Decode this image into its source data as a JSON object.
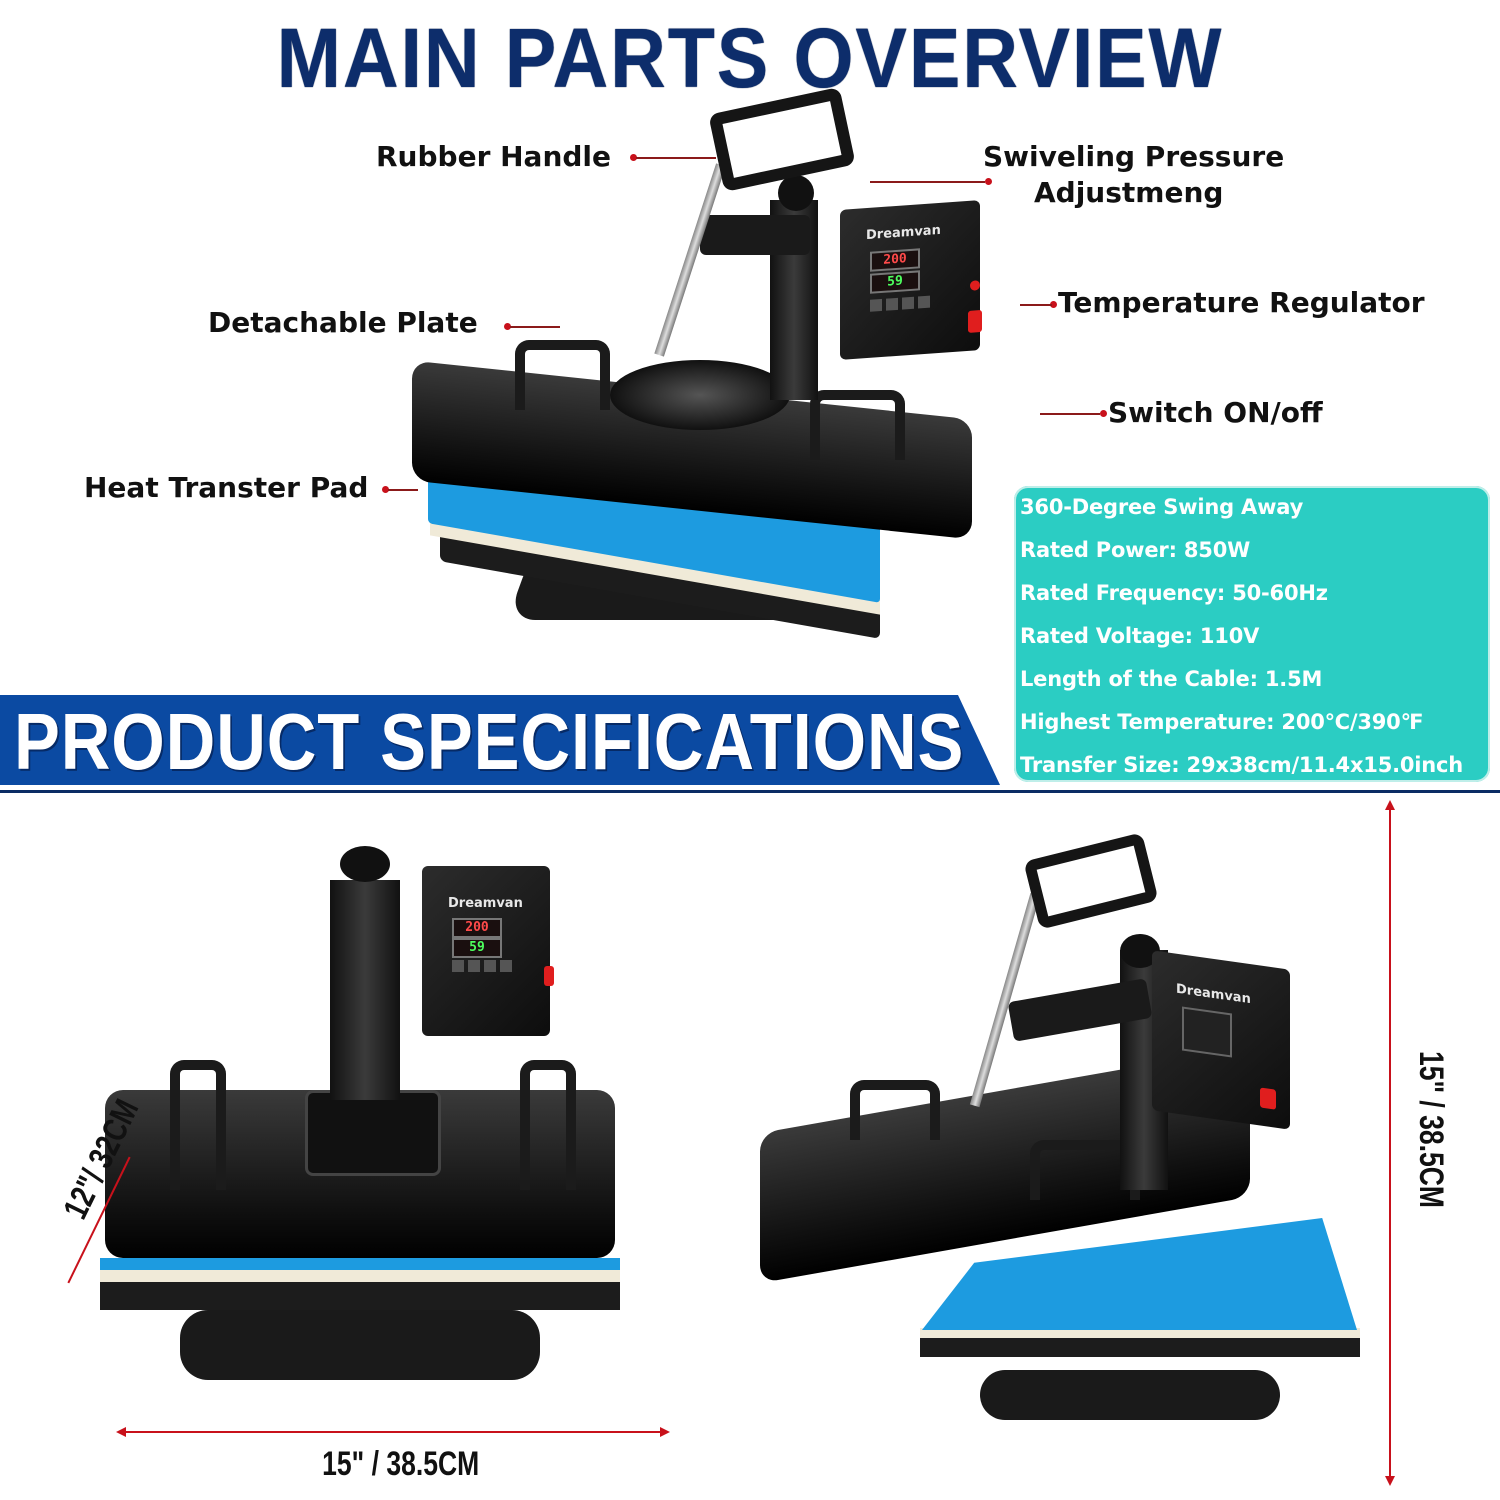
{
  "header": {
    "title": "MAIN PARTS OVERVIEW",
    "title_color": "#0d2d6b"
  },
  "callouts": [
    {
      "id": "rubber-handle",
      "label": "Rubber Handle"
    },
    {
      "id": "swiveling-pressure",
      "label_line1": "Swiveling Pressure",
      "label_line2": "Adjustmeng"
    },
    {
      "id": "detachable-plate",
      "label": "Detachable Plate"
    },
    {
      "id": "temperature-regulator",
      "label": "Temperature Regulator"
    },
    {
      "id": "switch",
      "label": "Switch ON/off"
    },
    {
      "id": "heat-transfer-pad",
      "label": "Heat Transter Pad"
    }
  ],
  "product": {
    "brand": "Dreamvan",
    "display_set_temp": "200",
    "display_time": "59"
  },
  "specs_banner": {
    "title": "PRODUCT SPECIFICATIONS",
    "band_color": "#0b4aa2"
  },
  "spec_box": {
    "bg_color": "#2bcdc3",
    "lines": [
      "360-Degree Swing Away",
      "Rated Power: 850W",
      "Rated Frequency: 50-60Hz",
      "Rated Voltage: 110V",
      "Length of the Cable: 1.5M",
      "Highest Temperature: 200℃/390℉",
      "Transfer Size: 29x38cm/11.4x15.0inch"
    ]
  },
  "dimensions": {
    "depth": "12\"/ 32CM",
    "width": "15\" / 38.5CM",
    "height": "15\" / 38.5CM",
    "arrow_color": "#c8111b"
  }
}
